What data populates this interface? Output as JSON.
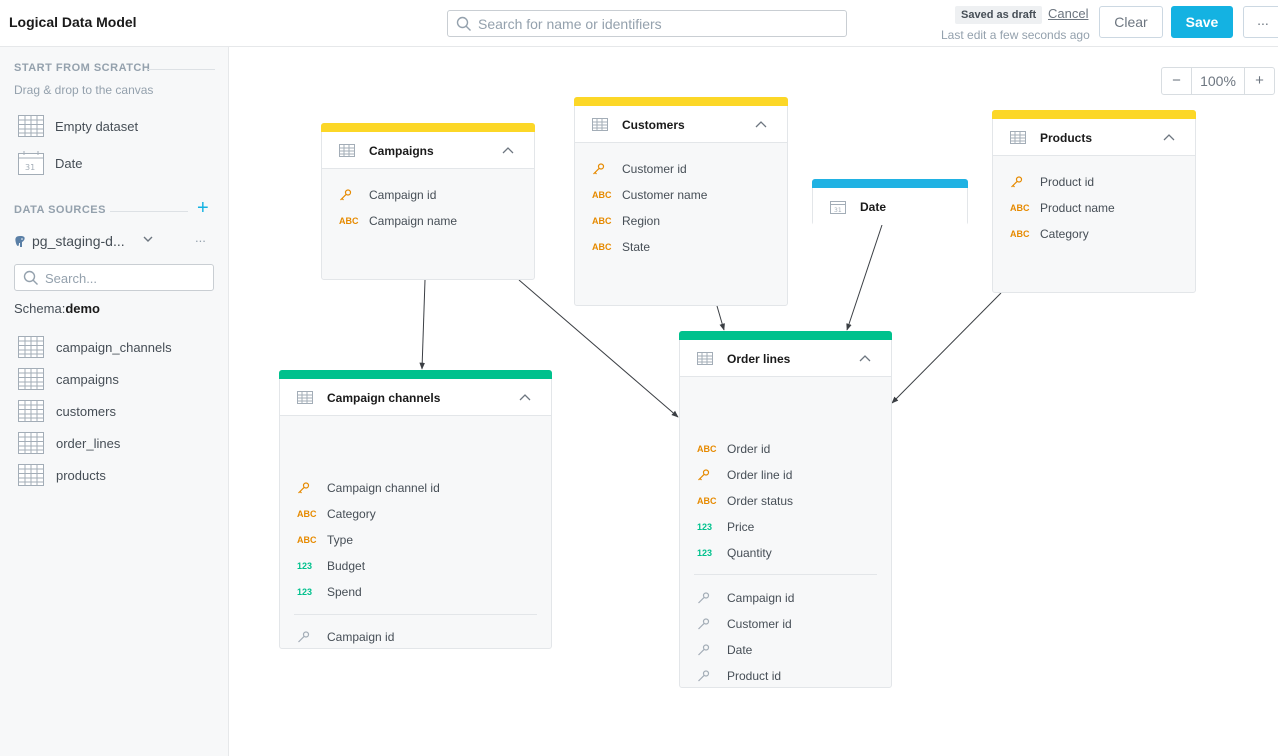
{
  "header": {
    "title": "Logical Data Model",
    "search_placeholder": "Search for name or identifiers",
    "draft_status": "Saved as draft",
    "cancel_label": "Cancel",
    "last_edit": "Last edit a few seconds ago",
    "clear_label": "Clear",
    "save_label": "Save",
    "more_label": "..."
  },
  "sidebar": {
    "scratch_title": "START FROM SCRATCH",
    "scratch_subtitle": "Drag & drop to the canvas",
    "scratch_items": [
      {
        "label": "Empty dataset",
        "icon": "table-icon"
      },
      {
        "label": "Date",
        "icon": "calendar-icon"
      }
    ],
    "sources_title": "DATA SOURCES",
    "datasource_name": "pg_staging-d...",
    "datasource_more": "...",
    "search_placeholder": "Search...",
    "schema_label": "Schema:",
    "schema_name": "demo",
    "tables": [
      {
        "label": "campaign_channels"
      },
      {
        "label": "campaigns"
      },
      {
        "label": "customers"
      },
      {
        "label": "order_lines"
      },
      {
        "label": "products"
      }
    ]
  },
  "canvas": {
    "zoom_out": "−",
    "zoom_level": "100%",
    "zoom_in": "+",
    "datasets": {
      "campaigns": {
        "title": "Campaigns",
        "color": "#fcd727",
        "fields": [
          {
            "type": "key",
            "label": "Campaign id"
          },
          {
            "type": "ABC",
            "label": "Campaign name"
          }
        ]
      },
      "customers": {
        "title": "Customers",
        "color": "#fcd727",
        "fields": [
          {
            "type": "key",
            "label": "Customer id"
          },
          {
            "type": "ABC",
            "label": "Customer name"
          },
          {
            "type": "ABC",
            "label": "Region"
          },
          {
            "type": "ABC",
            "label": "State"
          }
        ]
      },
      "date": {
        "title": "Date",
        "color": "#20b2e3"
      },
      "products": {
        "title": "Products",
        "color": "#fcd727",
        "fields": [
          {
            "type": "key",
            "label": "Product id"
          },
          {
            "type": "ABC",
            "label": "Product name"
          },
          {
            "type": "ABC",
            "label": "Category"
          }
        ]
      },
      "campaign_channels": {
        "title": "Campaign channels",
        "color": "#00c18d",
        "fields": [
          {
            "type": "key",
            "label": "Campaign channel id"
          },
          {
            "type": "ABC",
            "label": "Category"
          },
          {
            "type": "ABC",
            "label": "Type"
          },
          {
            "type": "123",
            "label": "Budget"
          },
          {
            "type": "123",
            "label": "Spend"
          }
        ],
        "references": [
          {
            "type": "ref",
            "label": "Campaign id"
          }
        ]
      },
      "order_lines": {
        "title": "Order lines",
        "color": "#00c18d",
        "fields": [
          {
            "type": "ABC",
            "label": "Order id"
          },
          {
            "type": "key",
            "label": "Order line id"
          },
          {
            "type": "ABC",
            "label": "Order status"
          },
          {
            "type": "123",
            "label": "Price"
          },
          {
            "type": "123",
            "label": "Quantity"
          }
        ],
        "references": [
          {
            "type": "ref",
            "label": "Campaign id"
          },
          {
            "type": "ref",
            "label": "Customer id"
          },
          {
            "type": "ref",
            "label": "Date"
          },
          {
            "type": "ref",
            "label": "Product id"
          }
        ]
      }
    },
    "type_badges": {
      "text": "ABC",
      "number": "123"
    }
  }
}
